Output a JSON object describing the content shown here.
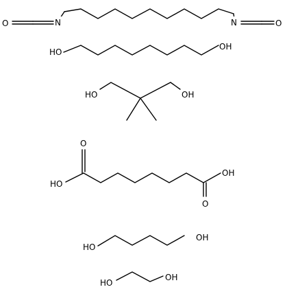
{
  "molecules": [
    {
      "id": "hdi",
      "labels": {
        "left_o": "O",
        "left_n": "N",
        "right_n": "N",
        "right_o": "O"
      }
    },
    {
      "id": "hexanediol",
      "labels": {
        "left_oh": "HO",
        "right_oh": "OH"
      }
    },
    {
      "id": "neopentyl_glycol",
      "labels": {
        "left_oh": "HO",
        "right_oh": "OH"
      }
    },
    {
      "id": "adipic_acid",
      "labels": {
        "top_o": "O",
        "left_oh": "HO",
        "right_oh": "OH",
        "bottom_o": "O"
      }
    },
    {
      "id": "butanediol",
      "labels": {
        "left_oh": "HO",
        "right_oh": "OH"
      }
    },
    {
      "id": "ethylene_glycol",
      "labels": {
        "left_oh": "HO",
        "right_oh": "OH"
      }
    }
  ]
}
